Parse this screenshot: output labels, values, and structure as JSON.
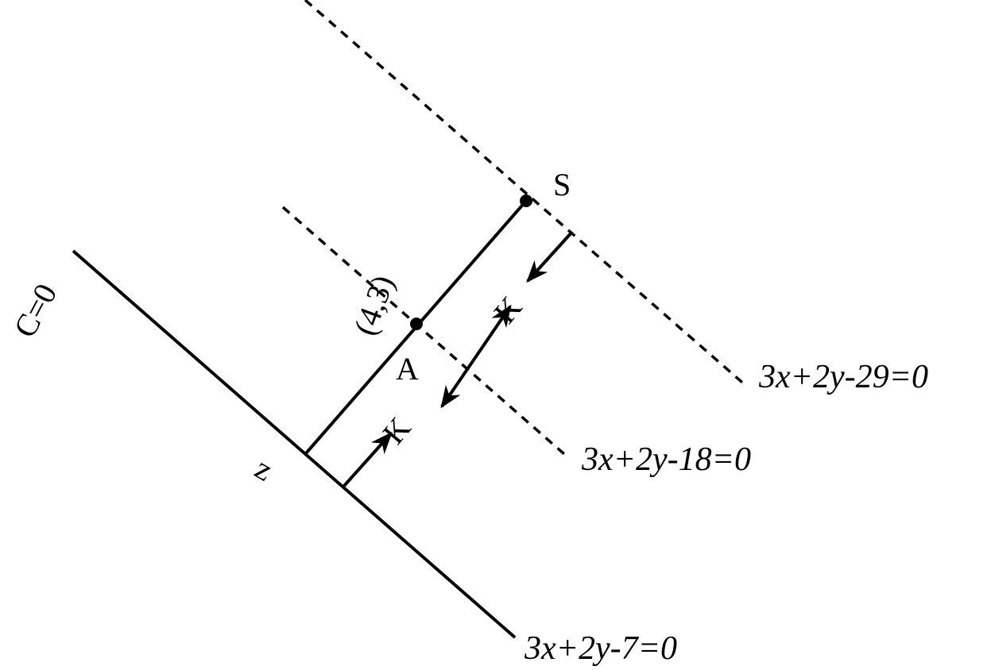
{
  "labels": {
    "line_c": "C=0",
    "point_s": "S",
    "point_a": "A",
    "point_a_coords": "(4,3)",
    "foot_z": "z",
    "k_lower": "K",
    "k_upper": "K"
  },
  "equations": {
    "line1": "3x+2y-7=0",
    "line2": "3x+2y-18=0",
    "line3": "3x+2y-29=0"
  }
}
